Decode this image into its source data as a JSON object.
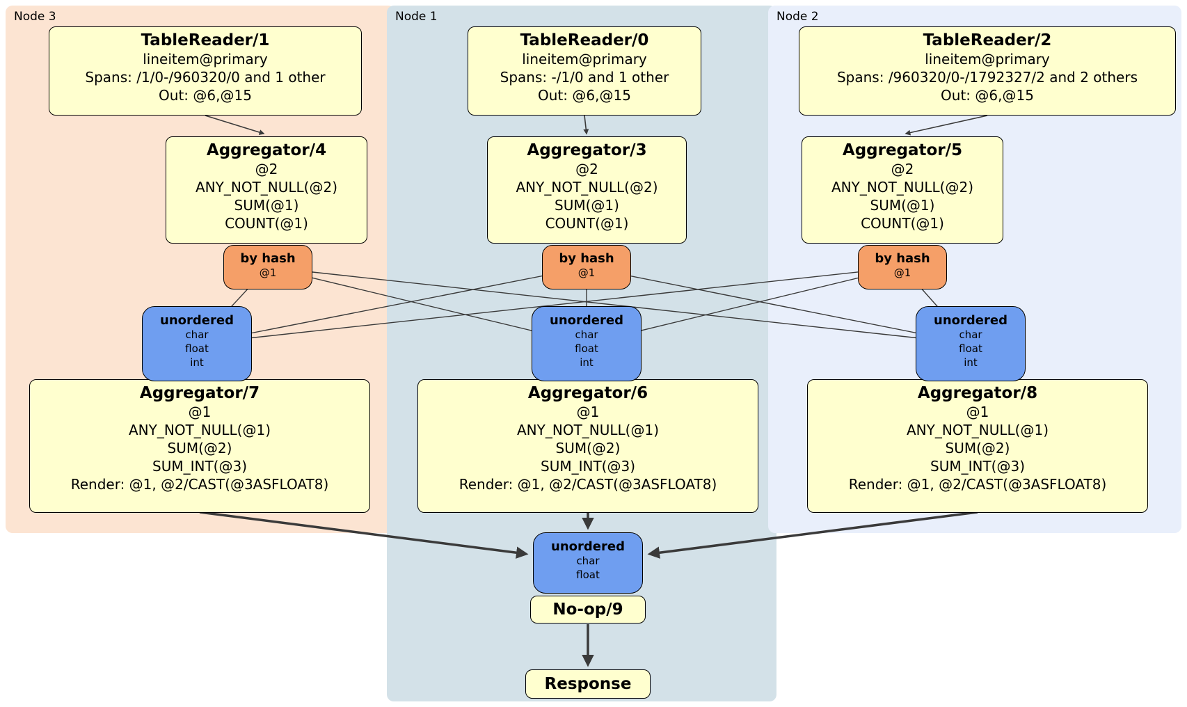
{
  "nodes": [
    {
      "label": "Node 3",
      "tableReader": {
        "title": "TableReader/1",
        "table": "lineitem@primary",
        "spans": "Spans: /1/0-/960320/0 and 1 other",
        "out": "Out: @6,@15"
      },
      "aggTop": {
        "title": "Aggregator/4",
        "rows": [
          "@2",
          "ANY_NOT_NULL(@2)",
          "SUM(@1)",
          "COUNT(@1)"
        ]
      },
      "hash": {
        "title": "by hash",
        "key": "@1"
      },
      "sync": {
        "title": "unordered",
        "cols": [
          "char",
          "float",
          "int"
        ]
      },
      "aggBottom": {
        "title": "Aggregator/7",
        "rows": [
          "@1",
          "ANY_NOT_NULL(@1)",
          "SUM(@2)",
          "SUM_INT(@3)",
          "Render: @1, @2/CAST(@3ASFLOAT8)"
        ]
      }
    },
    {
      "label": "Node 1",
      "tableReader": {
        "title": "TableReader/0",
        "table": "lineitem@primary",
        "spans": "Spans: -/1/0 and 1 other",
        "out": "Out: @6,@15"
      },
      "aggTop": {
        "title": "Aggregator/3",
        "rows": [
          "@2",
          "ANY_NOT_NULL(@2)",
          "SUM(@1)",
          "COUNT(@1)"
        ]
      },
      "hash": {
        "title": "by hash",
        "key": "@1"
      },
      "sync": {
        "title": "unordered",
        "cols": [
          "char",
          "float",
          "int"
        ]
      },
      "aggBottom": {
        "title": "Aggregator/6",
        "rows": [
          "@1",
          "ANY_NOT_NULL(@1)",
          "SUM(@2)",
          "SUM_INT(@3)",
          "Render: @1, @2/CAST(@3ASFLOAT8)"
        ]
      }
    },
    {
      "label": "Node 2",
      "tableReader": {
        "title": "TableReader/2",
        "table": "lineitem@primary",
        "spans": "Spans: /960320/0-/1792327/2 and 2 others",
        "out": "Out: @6,@15"
      },
      "aggTop": {
        "title": "Aggregator/5",
        "rows": [
          "@2",
          "ANY_NOT_NULL(@2)",
          "SUM(@1)",
          "COUNT(@1)"
        ]
      },
      "hash": {
        "title": "by hash",
        "key": "@1"
      },
      "sync": {
        "title": "unordered",
        "cols": [
          "char",
          "float",
          "int"
        ]
      },
      "aggBottom": {
        "title": "Aggregator/8",
        "rows": [
          "@1",
          "ANY_NOT_NULL(@1)",
          "SUM(@2)",
          "SUM_INT(@3)",
          "Render: @1, @2/CAST(@3ASFLOAT8)"
        ]
      }
    }
  ],
  "final": {
    "sync": {
      "title": "unordered",
      "cols": [
        "char",
        "float"
      ]
    },
    "noop": "No-op/9",
    "response": "Response"
  },
  "colors": {
    "node3_bg": "#fce4d2",
    "node1_bg": "#d3e1e8",
    "node2_bg": "#e9effb",
    "box_bg": "#ffffcf",
    "router_bg": "#f59f68",
    "sync_bg": "#6f9ef0",
    "edge": "#3a3a3a",
    "border": "#000000"
  }
}
